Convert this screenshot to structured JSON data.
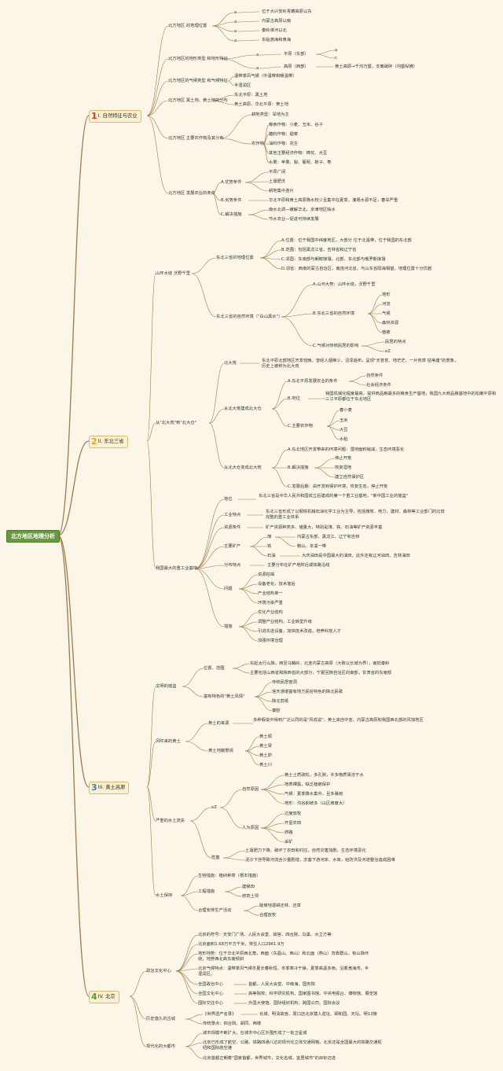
{
  "root": "北方地区地理分析",
  "sections": [
    {
      "num": "1",
      "label": "I. 自然特征与农业",
      "num_color": "#d83a2a"
    },
    {
      "num": "2",
      "label": "II. 东北三省",
      "num_color": "#e0a41e"
    },
    {
      "num": "3",
      "label": "III. 黄土高原",
      "num_color": "#3a7fc4"
    },
    {
      "num": "4",
      "label": "IV. 北京",
      "num_color": "#52a12e"
    }
  ],
  "s1": {
    "loc": "北方地区 的地理位置",
    "loc_marks": [
      "a",
      "a",
      "a",
      "a"
    ],
    "loc_items": [
      "位于大兴安岭青藏高原以东",
      "内蒙古高原以南",
      "秦岭淮河以北",
      "东临渤海和黄海"
    ],
    "terrain": "北方地区的地形类型 和地形特征",
    "terrain_marks": [
      "a",
      "a"
    ],
    "plain": "平原（东部）",
    "plain_marks": [
      "a",
      "c"
    ],
    "plateau": "高原（西部）",
    "plateau_desc": "黄土高原→千沟万壑，支离破碎（沟壑纵横）",
    "climate": "北方地区的气候类型 和气候特征",
    "climate_items": [
      "温带季风气候（中温带和暖温带）",
      "半湿润区"
    ],
    "soil": "北方地区 黑土地、黄土地的分布",
    "soil_items": [
      "东北平原：黑土地",
      "黄土高原、华北平原：黄土地"
    ],
    "crops": "北方地区 主要农作物及其分布",
    "farmland": "耕地类型：旱地为主",
    "crop_label": "农作物",
    "crop_items": [
      "粮食作物：小麦、玉米、谷子",
      "糖料作物：甜菜",
      "油料作物：花生",
      "其他主要经济作物：棉花、大豆",
      "水果：苹果、梨、葡萄、柿子、枣"
    ],
    "agri": "北方地区 发展农业的条件",
    "adv": "A.优势条件",
    "adv_items": [
      "平原广阔",
      "土壤肥沃",
      "耕地集中连片"
    ],
    "dis": "B.劣势条件",
    "dis_desc": "华北平原和黄土高原降水较少且集中在夏季，灌溉水源不足，春旱严重",
    "sol": "C.解决措施",
    "sol_items": [
      "南水北调—缓解华北、京津地区缺水",
      "节水农业—促进可持续发展"
    ]
  },
  "s2": {
    "mt": "山环水绕 沃野千里",
    "pos": "东北三省的地理位置",
    "pos_items": [
      "A.位置：位于我国中纬度地区，大部分 位于北温带，位于我国的东北部",
      "B.范围：包括黑龙江省、吉林省和辽宁省",
      "C.邻国：东南部与朝鲜接壤，北部、东北部与俄罗斯接壤",
      "D.邻省：西南的蒙古自治区，南连河北省，与山东省隔海相望，地理位置十分优越"
    ],
    "env": "东北三省的自然环境（\"白山黑水\"）",
    "env_a": "A.山河大势：山环水绕，沃野千里",
    "env_b": "B.东北三省的自然环境",
    "env_b_items": [
      "地形",
      "河流",
      "气候",
      "森林资源",
      "植被"
    ],
    "env_c": "C.气候对传统民居的影响",
    "env_c_items": [
      "民居的特点",
      "eZ"
    ],
    "bdh": "从\"北大荒\"到\"北大仓\"",
    "bdh1": "北大荒",
    "bdh1_desc": "东北平原北部地区开发较晚，曾经人烟稀少、沼泽遍布，呈现\"天苍苍、地茫茫，一片荒草 枯苇塘\"的景象，历史上被称为北大荒",
    "bdh2": "从北大荒建成北大仓",
    "cond": "A.东北平原发展农业的条件",
    "cond_items": [
      "自然条件",
      "社会经济条件"
    ],
    "status": "B.地位",
    "status_desc": "我国机械化程度最高，提供商品粮最多的粮食生产基地，我国九大商品粮基地中的松嫩平原和三江平原都位于东北地区",
    "main_crop": "C.主要农作物",
    "main_crop_items": [
      "春小麦",
      "玉米",
      "大豆",
      "水稻"
    ],
    "bdh3": "从北大仓变成北大荒",
    "chg_a": "A.东北地区开发带来的环境问题：湿地面积缩减，生态环境恶化",
    "chg_b": "B.解决措施",
    "chg_b_items": [
      "停止开荒",
      "恢复湿地",
      "建立自然保护区"
    ],
    "chg_c": "C.发展后期：由开发到保护环境，恢复生态，停止开荒",
    "ind": "我国最大的重工业基地",
    "ind_status": "地位",
    "ind_status_desc": "东北三省是中华人民共和国成立后建成的第一个重工业基地，\"新中国工业的摇篮\"",
    "ind_feat": "工业特点",
    "ind_feat_desc": "东北三省形成了以钢铁机械石油化学工业为主导，包括煤炭、电力、建材、森林等工业部门的比较完整的重工业体系",
    "res_feat": "资源条件",
    "res_feat_desc": "矿产资源种类多、储量大，特别是煤、铁、石油等矿产资源丰富",
    "mine": "主要矿产",
    "mine_items": [
      {
        "k": "煤",
        "v": "内蒙古东部、黑龙江、辽宁和吉林"
      },
      {
        "k": "铁",
        "v": "鞍山、本溪一带"
      },
      {
        "k": "石油",
        "v": "大庆油田是中国最大的油田，此外还有辽河油田、吉林油田"
      }
    ],
    "dist": "分布特点",
    "dist_desc": "主要分布在矿产地附近或铁路沿线",
    "prob": "问题",
    "prob_items": [
      "资源枯竭",
      "设备老化，技术落后",
      "产业结构单一",
      "环境污染严重"
    ],
    "meas": "措施",
    "meas_items": [
      "优化产业结构",
      "调整产业结构，工业转型升级",
      "引进先进设备，加快技术改造，培养科技人才",
      "加强环境治理"
    ]
  },
  "s3": {
    "civ": "文明的摇篮",
    "pos": "位置、范围",
    "pos_items": [
      "东起太行山脉，西至乌鞘岭，北连内蒙古高原（大致以长城为界），南抵秦岭",
      "主要包括山西省和陕西省的大部分，宁夏回族自治区的南部，甘肃省的东南部"
    ],
    "style": "富有特色的\"黄土风情\"",
    "style_items": [
      "传统民居窑洞",
      "信天游堪富有地方民俗特色的陕北民歌",
      "陕北剪纸",
      "秦腔"
    ],
    "wind": "风吹来的黄土",
    "src": "黄土的来源",
    "src_desc": "多种假说中得到广泛认同的是\"风成说\"，黄土来自中亚、内蒙古高原和我国西北部的风蚀地区",
    "land": "黄土地貌景观",
    "land_items": [
      "黄土塬",
      "黄土梁",
      "黄土峁",
      "黄土川"
    ],
    "erosion": "严重的水土流失",
    "ez": "eZ",
    "nat": "自然原因",
    "nat_items": [
      "黄土土质疏松，多孔隙，许多物质易溶于水",
      "地表裸露，缺乏植被保护",
      "气候：夏季降水集中，且多暴雨",
      "地形：沟谷削坡多（山区坡度大）"
    ],
    "hum": "人为原因",
    "hum_items": [
      "过度放牧",
      "开垦农田",
      "修路",
      "采矿"
    ],
    "harm": "危害",
    "harm_items": [
      "土壤肥力下降，破坏了农田和村庄，自然灾害加剧，生态环境恶化",
      "泥沙下泄导致河流含沙量剧增，淤塞下游河床、水库，给防洪及河道整治造成困难"
    ],
    "prot": "水土保持",
    "bio": "生物措施：植树种草（根本措施）",
    "eng": "工程措施",
    "eng_items": [
      "建梯田",
      "修筑土坝"
    ],
    "prod": "合理安排生产活动",
    "prod_items": [
      "陡坡地退耕还林、还草",
      "合理放牧"
    ]
  },
  "s4": {
    "pol": "政治文化中心",
    "pol_items": [
      "北京的符号：天安门广场、人民大会堂、故宫、四合院、鸟巢、水立方等",
      "北京面积1.68万平方千米，常住人口2961.9万",
      "地形地势：位于华北平原西北角，西面（东昌山、西山）和北面（燕山）背靠群山，有山脉环绕，地势西北高东南倾斜",
      "北京气候特点：温带季风气候冬夏长春秋短，冬季寒冷干燥，夏季高温多雨。沿着渤海湾，半湿润区。"
    ],
    "center_items": [
      {
        "k": "全国政治中心",
        "v": "首都，人民大会堂、中南海、国务院"
      },
      {
        "k": "全国文化中心",
        "v": "高等院校、科学研究机构、国家图书馆、中央电视台、博物馆、展览馆"
      },
      {
        "k": "国际交往中心",
        "v": "外国大使馆、国际组织机构、跨国公司、国际会议"
      }
    ],
    "hist": "历史悠久的古城",
    "hist_items": [
      {
        "k": "《世界遗产名录》",
        "v": "长城、明清故宫、周口店北京猿人遗址、颐和园、天坛、明13陵"
      },
      {
        "k": "传统景点：四合院、胡同、两楼",
        "v": ""
      }
    ],
    "mod": "现代化的大都市",
    "mod_items": [
      "城市规模不断扩大，在城市中心区外围形成了一批卫星城",
      "北京已形成了航空、公路、铁路四通八达的现代化立体交通网格。北京还是全国最大的铁路交通枢纽和国际航空港",
      "北京首都正朝着\"国家首都，世界城市，文化名城，宜居城市\"的目标迈进"
    ]
  },
  "colors": {
    "line": "#9a7c4d",
    "root_bg": "#6a9a3c",
    "section_bg": "#fbf0d2"
  }
}
